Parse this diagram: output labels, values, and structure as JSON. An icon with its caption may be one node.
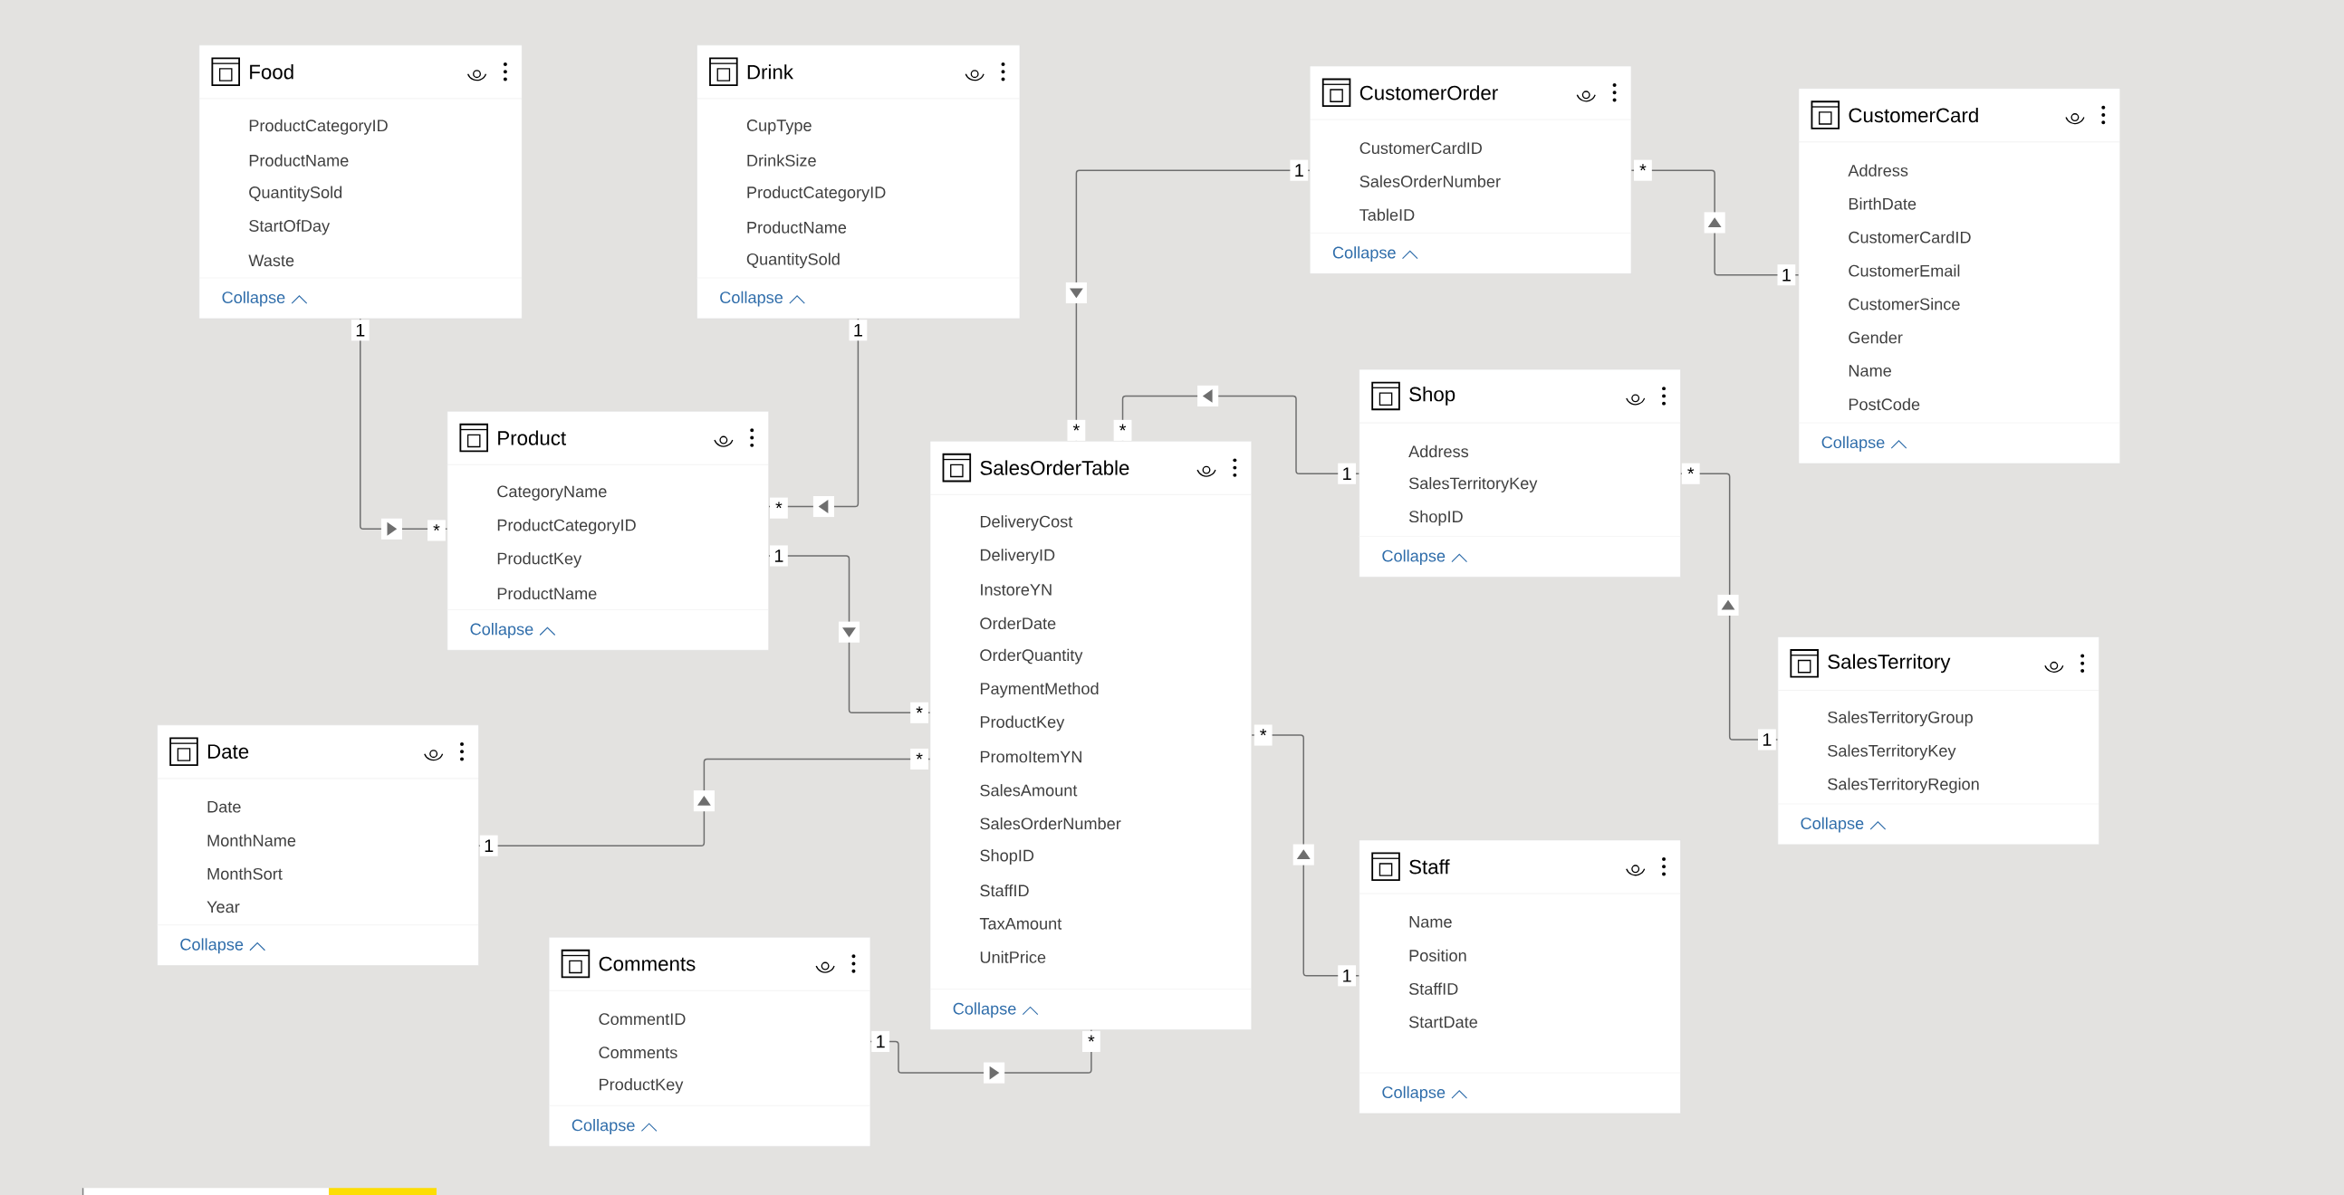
{
  "diagram": {
    "nodes": [
      {
        "text": [
          "Food",
          "ProductCategoryID",
          "ProductName",
          "QuantitySold",
          "StartOfDay",
          "Waste",
          "Collapse"
        ]
      },
      {
        "text": [
          "Drink",
          "CupType",
          "DrinkSize",
          "ProductCategoryID",
          "ProductName",
          "QuantitySold",
          "Collapse"
        ]
      },
      {
        "text": [
          "CustomerOrder",
          "CustomerCardID",
          "SalesOrderNumber",
          "TableID",
          "Collapse"
        ]
      },
      {
        "text": [
          "CustomerCard",
          "Address",
          "BirthDate",
          "CustomerCardID",
          "CustomerEmail",
          "CustomerSince",
          "Gender",
          "Name",
          "PostCode",
          "Collapse"
        ]
      },
      {
        "text": [
          "Product",
          "CategoryName",
          "ProductCategoryID",
          "ProductKey",
          "ProductName",
          "Collapse"
        ]
      },
      {
        "text": [
          "Shop",
          "Address",
          "SalesTerritoryKey",
          "ShopID",
          "Collapse"
        ]
      },
      {
        "text": [
          "SalesOrderTable",
          "DeliveryCost",
          "DeliveryID",
          "InstoreYN",
          "OrderDate",
          "OrderQuantity",
          "PaymentMethod",
          "ProductKey",
          "PromoItemYN",
          "SalesAmount",
          "SalesOrderNumber",
          "ShopID",
          "StaffID",
          "TaxAmount",
          "UnitPrice",
          "Collapse"
        ]
      },
      {
        "text": [
          "SalesTerritory",
          "SalesTerritoryGroup",
          "SalesTerritoryKey",
          "SalesTerritoryRegion",
          "Collapse"
        ]
      },
      {
        "text": [
          "Date",
          "Date",
          "MonthName",
          "MonthSort",
          "Year",
          "Collapse"
        ]
      },
      {
        "text": [
          "Comments",
          "CommentID",
          "Comments",
          "ProductKey",
          "Collapse"
        ]
      },
      {
        "text": [
          "Staff",
          "Name",
          "Position",
          "StaffID",
          "StartDate",
          "Collapse"
        ]
      }
    ],
    "edges": [
      {
        "from": 0,
        "to": 4,
        "arrow": "to"
      },
      {
        "from": 1,
        "to": 4,
        "arrow": "to"
      },
      {
        "from": 4,
        "to": 6,
        "arrow": "to"
      },
      {
        "from": 8,
        "to": 6,
        "arrow": "to"
      },
      {
        "from": 9,
        "to": 6,
        "arrow": "to"
      },
      {
        "from": 2,
        "to": 6,
        "arrow": "to"
      },
      {
        "from": 5,
        "to": 6,
        "arrow": "to"
      },
      {
        "from": 10,
        "to": 6,
        "arrow": "to"
      },
      {
        "from": 3,
        "to": 2,
        "arrow": "to"
      },
      {
        "from": 7,
        "to": 5,
        "arrow": "to"
      }
    ],
    "labels": [
      "1",
      "*",
      "1",
      "*",
      "1",
      "*",
      "1",
      "*",
      "1",
      "*",
      "1",
      "*",
      "1",
      "*",
      "1",
      "*",
      "1",
      "*",
      "1",
      "*"
    ]
  }
}
